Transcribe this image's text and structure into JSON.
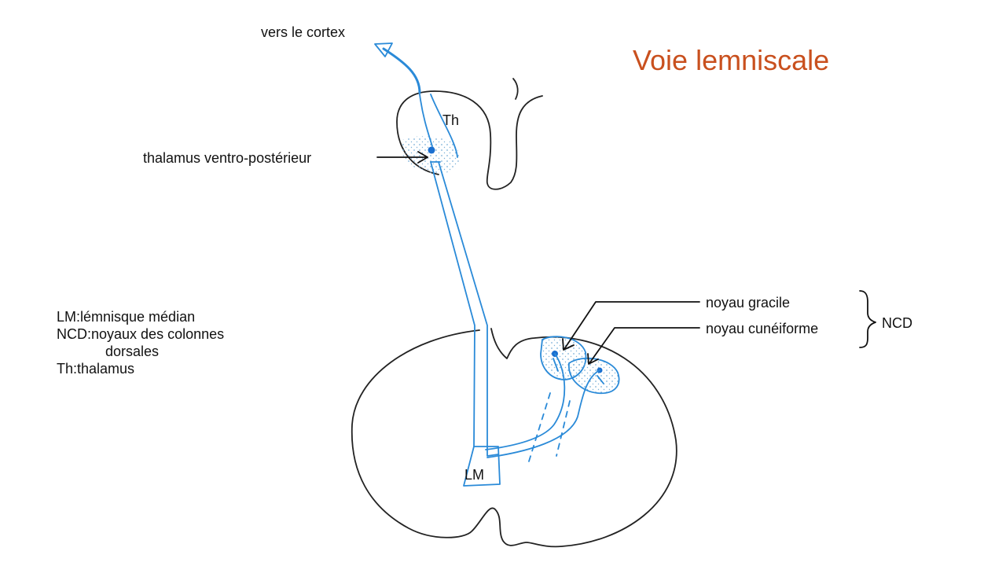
{
  "title": "Voie lemniscale",
  "labels": {
    "cortex": "vers le cortex",
    "thalamus_short": "Th",
    "thalamus_vp": "thalamus ventro-postérieur",
    "gracile": "noyau gracile",
    "cuneate": "noyau cunéiforme",
    "ncd": "NCD",
    "lm": "LM"
  },
  "legend": {
    "line1": "LM:lémnisque médian",
    "line2": "NCD:noyaux des colonnes",
    "line3": "dorsales",
    "line4": "Th:thalamus"
  },
  "colors": {
    "title": "#c9501e",
    "pathway": "#2a8ad8",
    "nucleus_fill": "#dceaf6",
    "outline": "#222222"
  },
  "icons": [
    "arrow-head-icon",
    "curly-brace-icon"
  ]
}
